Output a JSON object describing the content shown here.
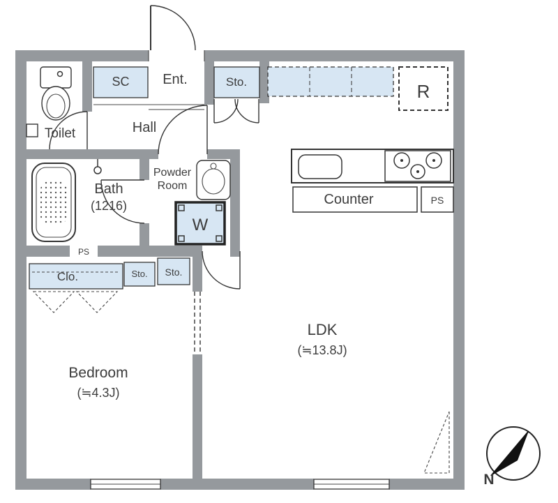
{
  "plan": {
    "rooms": {
      "toilet": {
        "label": "Toilet"
      },
      "shoe_closet": {
        "label": "SC"
      },
      "entrance": {
        "label": "Ent."
      },
      "hall": {
        "label": "Hall"
      },
      "storage_top": {
        "label": "Sto."
      },
      "bath": {
        "label": "Bath",
        "size": "(1216)"
      },
      "powder_room": {
        "label_line1": "Powder",
        "label_line2": "Room"
      },
      "bedroom": {
        "label": "Bedroom",
        "size": "(≒4.3J)"
      },
      "ldk": {
        "label": "LDK",
        "size": "(≒13.8J)"
      }
    },
    "fixtures": {
      "washing_machine": {
        "label": "W"
      },
      "refrigerator": {
        "label": "R"
      },
      "counter": {
        "label": "Counter"
      },
      "closet": {
        "label": "Clo."
      },
      "storage_mid_left": {
        "label": "Sto."
      },
      "storage_mid_right": {
        "label": "Sto."
      },
      "pipe_space_kitchen": {
        "label": "PS"
      },
      "pipe_space_bath": {
        "label": "PS"
      }
    },
    "compass": {
      "north_label": "N"
    },
    "colors": {
      "wall": "#95999d",
      "storage": "#d7e6f3",
      "line": "#333333",
      "background": "#ffffff"
    }
  }
}
